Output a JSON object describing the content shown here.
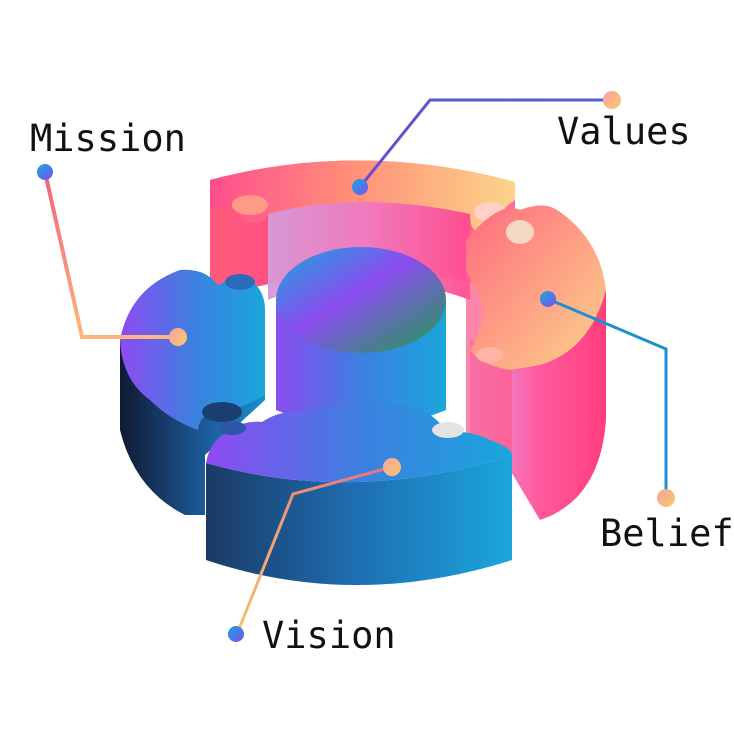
{
  "labels": {
    "mission": "Mission",
    "values": "Values",
    "belief": "Belief",
    "vision": "Vision"
  },
  "colors": {
    "blue_light": "#1aa6dc",
    "blue_dark": "#1b3f6e",
    "violet": "#8a4cf0",
    "pink": "#ff3d8b",
    "orange": "#ffb15a",
    "yellow": "#fcd48a",
    "leader_blue": "#1f8fd1",
    "leader_pink": "#f77e93",
    "text": "#111111"
  }
}
